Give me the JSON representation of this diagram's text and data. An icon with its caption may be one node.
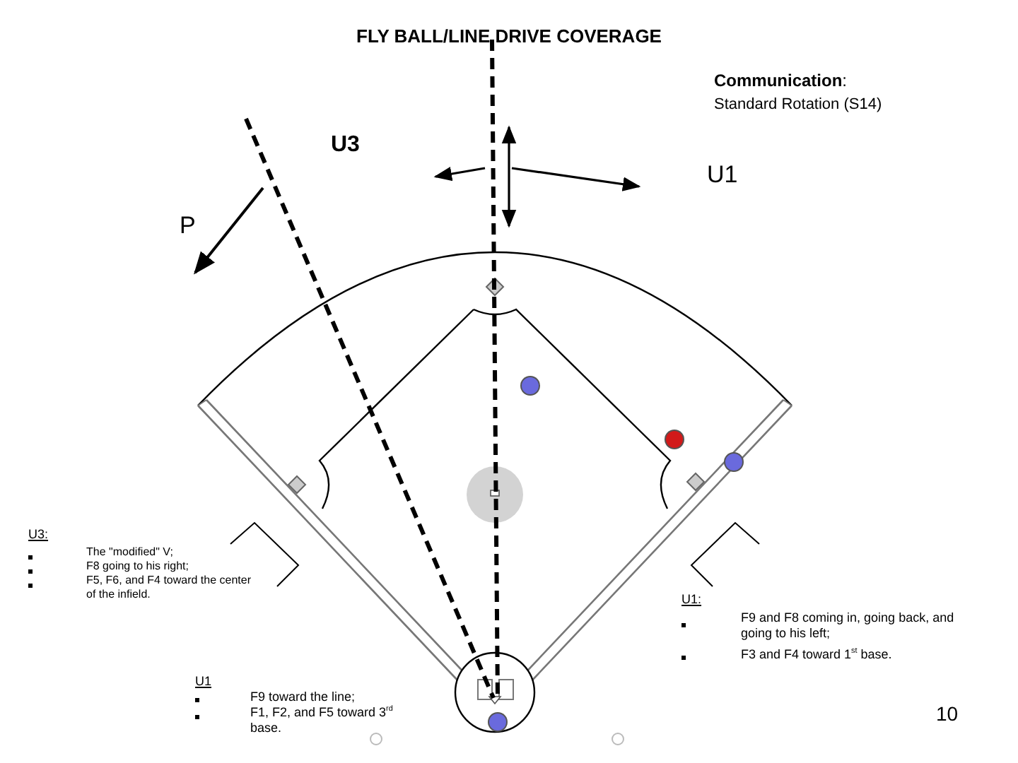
{
  "diagram": {
    "title": "FLY BALL/LINE DRIVE COVERAGE",
    "nodes": [
      {
        "text": [],
        "shape": "circle"
      },
      {
        "text": [],
        "shape": "circle"
      },
      {
        "text": [],
        "shape": "circle"
      },
      {
        "text": [],
        "shape": "circle"
      }
    ],
    "labels": [
      "**Communication**:",
      "Standard Rotation (S14)",
      "U3",
      "U1",
      "P",
      "U3:",
      "The \"modified\" V;",
      "F8 going to his right;",
      "F5, F6, and F4 toward the center of the infield.",
      "U1:",
      "F9 and F8 coming in, going back, and going to his left;",
      "F3 and F4 toward 1$^{st}$ base.",
      "U1",
      "F9 toward the line;",
      "F1, F2, and F5 toward 3$^{rd}$ base.",
      "10"
    ]
  }
}
